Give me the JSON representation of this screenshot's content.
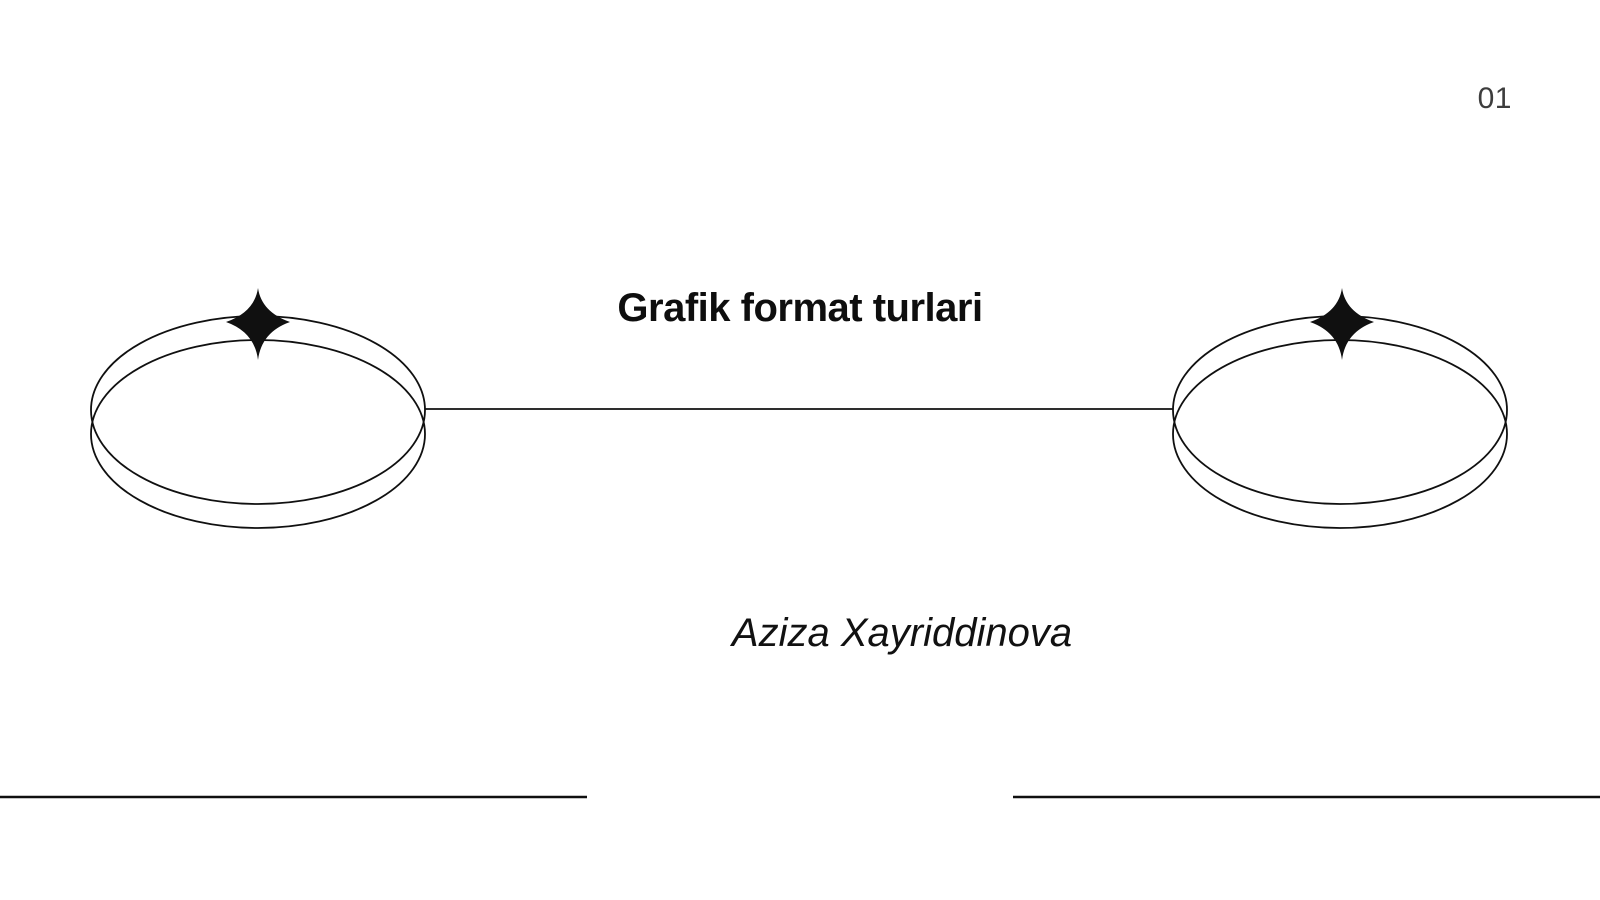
{
  "slide": {
    "page_number": "01",
    "title": "Grafik format turlari",
    "author": "Aziza Xayriddinova"
  },
  "colors": {
    "background": "#ffffff",
    "ink": "#101010",
    "page_number": "#3d3d3d"
  },
  "icons": {
    "sparkle": "four-point-star"
  }
}
